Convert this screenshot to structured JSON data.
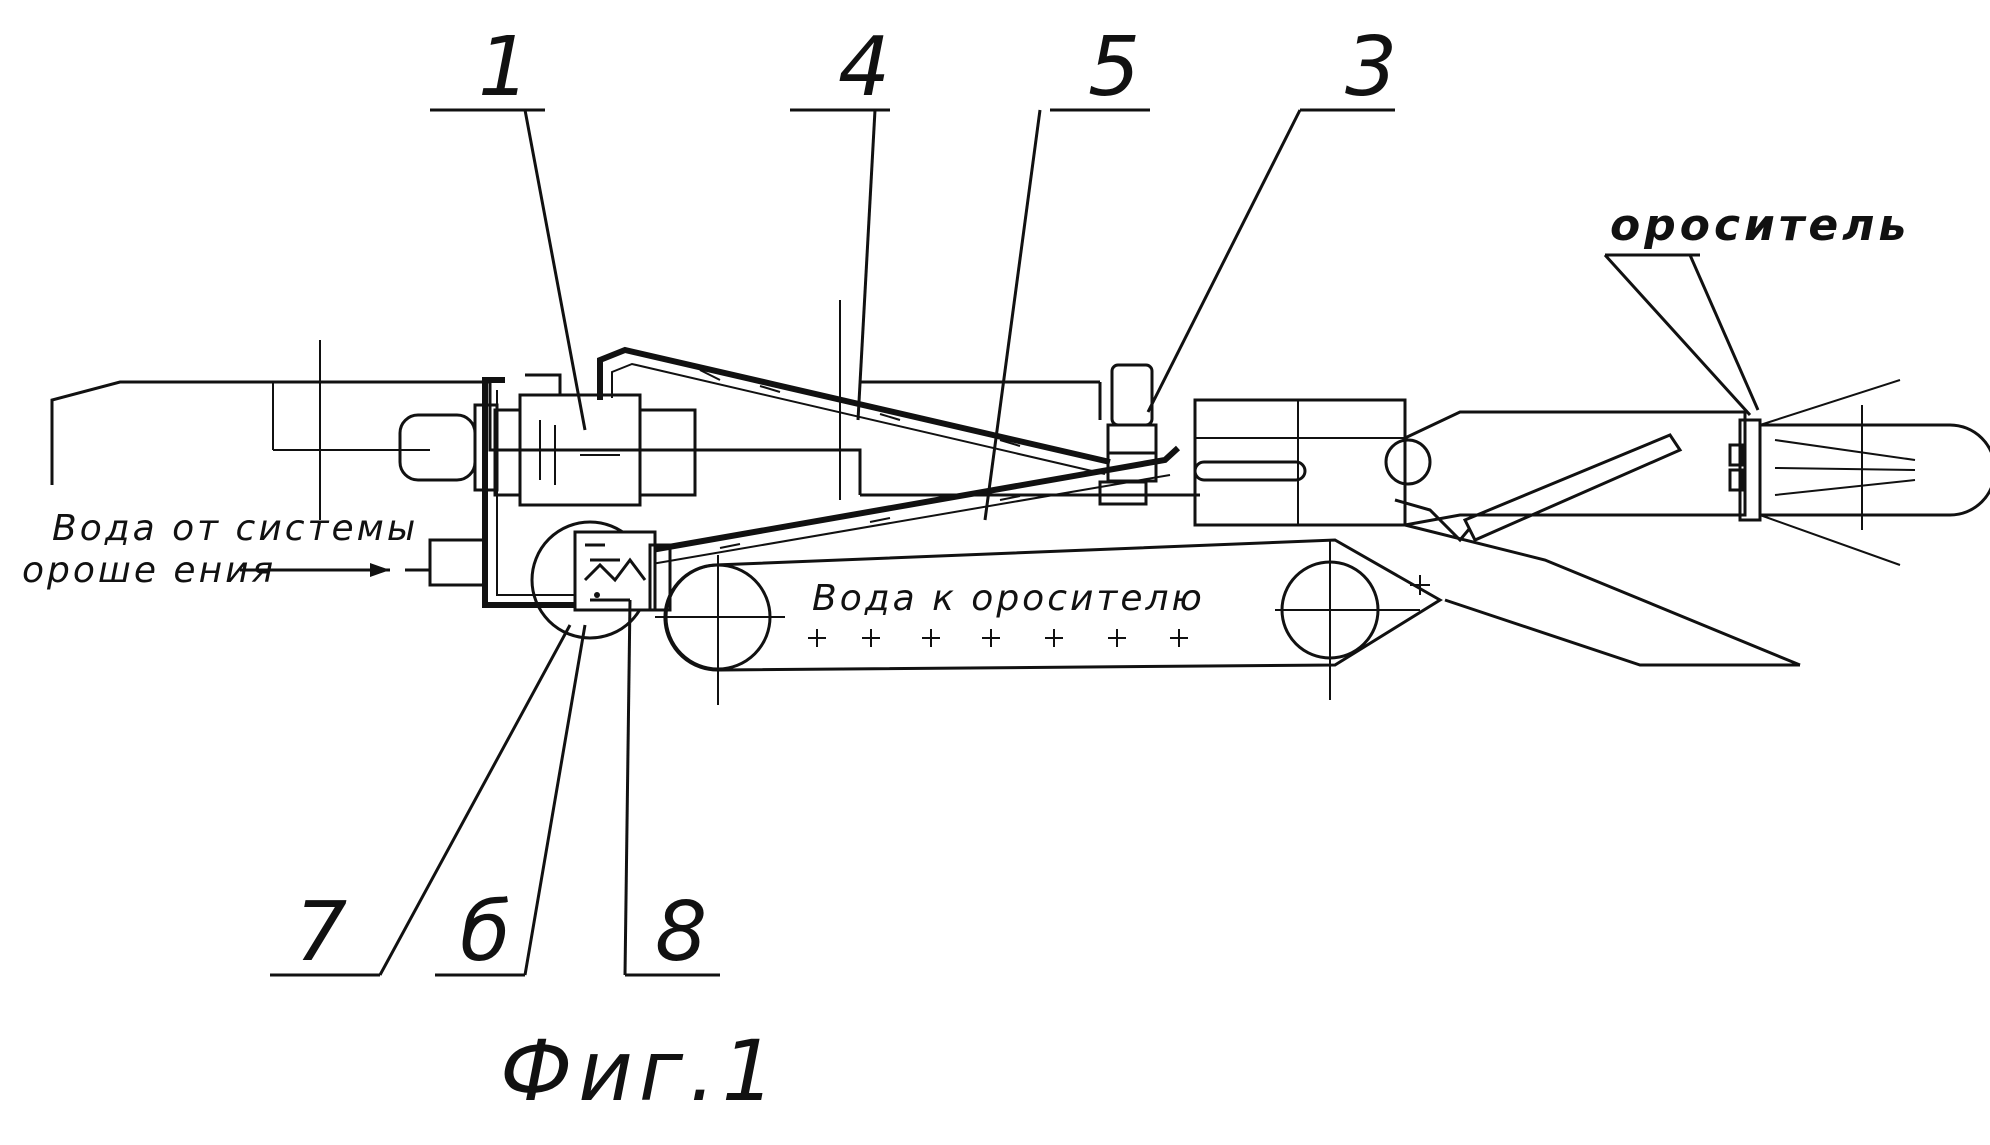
{
  "figure": {
    "caption": "Фиг.1",
    "callouts": [
      {
        "id": "1",
        "text": "1"
      },
      {
        "id": "4",
        "text": "4"
      },
      {
        "id": "5",
        "text": "5"
      },
      {
        "id": "3",
        "text": "3"
      },
      {
        "id": "7",
        "text": "7"
      },
      {
        "id": "6",
        "text": "б"
      },
      {
        "id": "8",
        "text": "8"
      }
    ],
    "labels": {
      "water_from_system_line1": "Вода от системы",
      "water_from_system_line2": "ороше ения",
      "water_to_sprinkler": "Вода к оросителю",
      "sprinkler": "ороситель"
    }
  }
}
